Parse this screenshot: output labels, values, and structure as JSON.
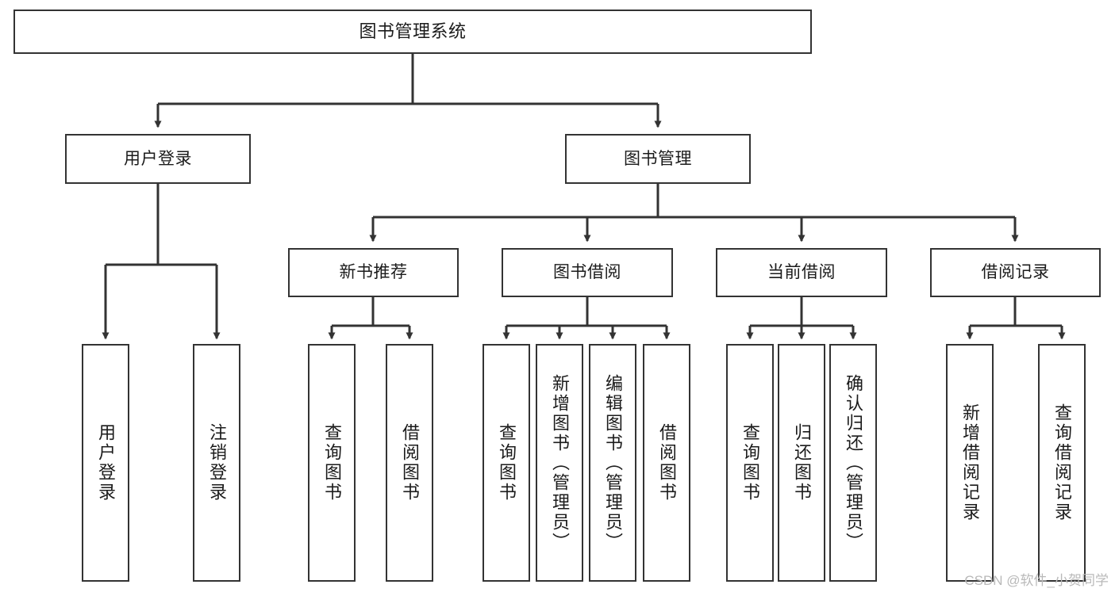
{
  "diagram": {
    "title": "图书管理系统",
    "type": "tree",
    "watermark": "CSDN @软件_小贺同学",
    "colors": {
      "stroke": "#333333",
      "box_fill": "#ffffff",
      "text": "#1b1b1b",
      "watermark": "#b9b9b9",
      "background": "#ffffff"
    },
    "root": {
      "label": "图书管理系统"
    },
    "level2": [
      {
        "label": "用户登录"
      },
      {
        "label": "图书管理"
      }
    ],
    "level3": [
      {
        "label": "新书推荐"
      },
      {
        "label": "图书借阅"
      },
      {
        "label": "当前借阅"
      },
      {
        "label": "借阅记录"
      }
    ],
    "leaves": {
      "user_login": [
        {
          "label": "用户登录"
        },
        {
          "label": "注销登录"
        }
      ],
      "new_book_recommend": [
        {
          "label": "查询图书"
        },
        {
          "label": "借阅图书"
        }
      ],
      "book_borrow": [
        {
          "label": "查询图书"
        },
        {
          "label": "新增图书（管理员）"
        },
        {
          "label": "编辑图书（管理员）"
        },
        {
          "label": "借阅图书"
        }
      ],
      "current_borrow": [
        {
          "label": "查询图书"
        },
        {
          "label": "归还图书"
        },
        {
          "label": "确认归还（管理员）"
        }
      ],
      "borrow_record": [
        {
          "label": "新增借阅记录"
        },
        {
          "label": "查询借阅记录"
        }
      ]
    }
  }
}
